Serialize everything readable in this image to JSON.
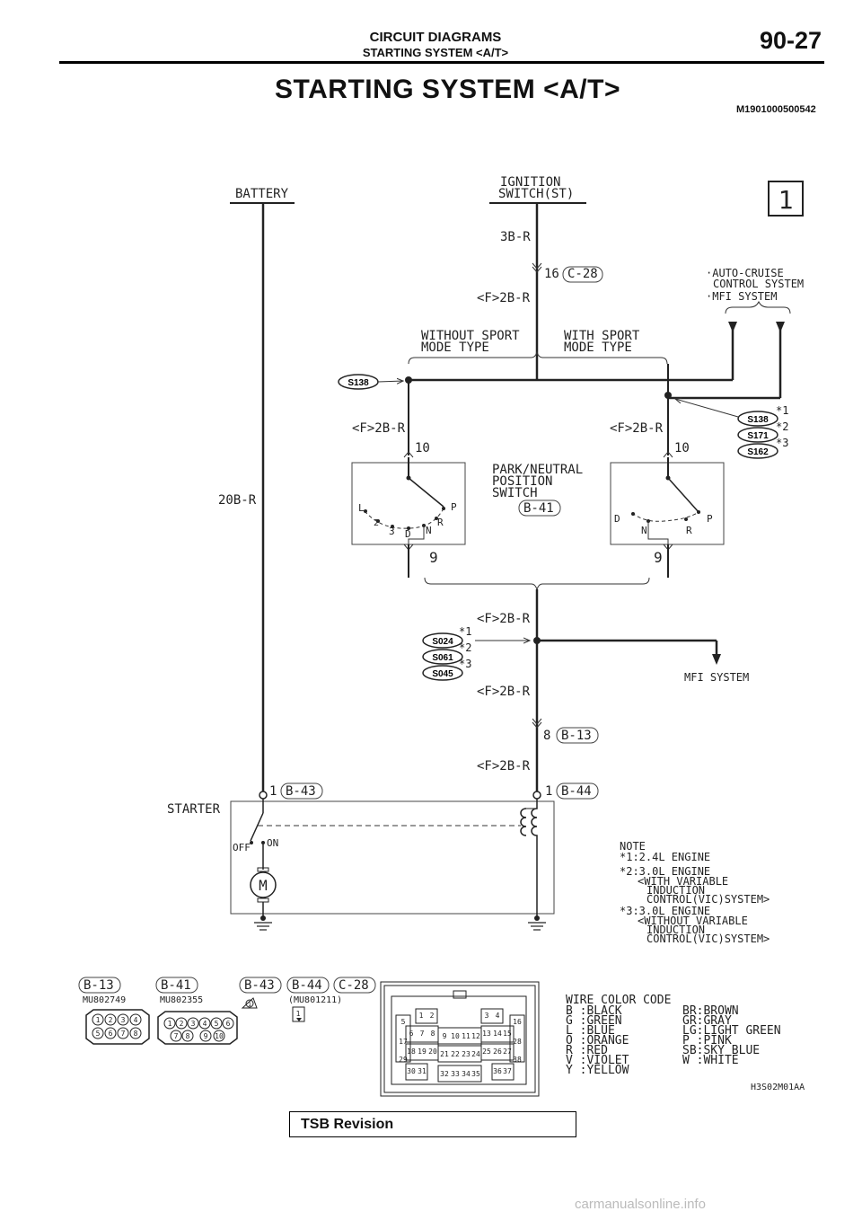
{
  "header": {
    "section_title": "CIRCUIT DIAGRAMS",
    "section_subtitle": "STARTING SYSTEM <A/T>",
    "page_number": "90-27"
  },
  "title": "STARTING SYSTEM <A/T>",
  "doc_id": "M1901000500542",
  "diagram": {
    "sheet_number": "1",
    "battery": "BATTERY",
    "ignition_switch": [
      "IGNITION",
      "SWITCH(ST)"
    ],
    "wire_3b_r": "3B-R",
    "wire_20b_r": "20B-R",
    "wire_f_2b_r": "<F>2B-R",
    "pin_16": "16",
    "pin_10": "10",
    "pin_9": "9",
    "pin_8": "8",
    "pin_1": "1",
    "conn_c28": "C-28",
    "conn_b41": "B-41",
    "conn_b13": "B-13",
    "conn_b43": "B-43",
    "conn_b44": "B-44",
    "auto_cruise": [
      "·AUTO-CRUISE",
      "CONTROL SYSTEM"
    ],
    "mfi_system_bullet": "·MFI SYSTEM",
    "without_sport": [
      "WITHOUT SPORT",
      "MODE TYPE"
    ],
    "with_sport": [
      "WITH SPORT",
      "MODE TYPE"
    ],
    "park_neutral": [
      "PARK/NEUTRAL",
      "POSITION",
      "SWITCH"
    ],
    "splice_s138": "S138",
    "splice_s171": "S171",
    "splice_s162": "S162",
    "splice_s024": "S024",
    "splice_s061": "S061",
    "splice_s045": "S045",
    "note_mark_1": "*1",
    "note_mark_2": "*2",
    "note_mark_3": "*3",
    "mfi_system": "MFI SYSTEM",
    "starter": "STARTER",
    "switch_off": "OFF",
    "switch_on": "ON",
    "motor": "M",
    "positions_left": {
      "l": "L",
      "two": "2",
      "three": "3",
      "d": "D",
      "n": "N",
      "r": "R",
      "p": "P"
    },
    "positions_right": {
      "d": "D",
      "n": "N",
      "r": "R",
      "p": "P"
    }
  },
  "notes": {
    "heading": "NOTE",
    "lines": [
      "*1:2.4L ENGINE",
      "*2:3.0L ENGINE",
      "<WITH VARIABLE",
      "INDUCTION",
      "CONTROL(VIC)SYSTEM>",
      "*3:3.0L ENGINE",
      "<WITHOUT VARIABLE",
      "INDUCTION",
      "CONTROL(VIC)SYSTEM>"
    ]
  },
  "connectors": {
    "part_b13": "MU802749",
    "part_b41": "MU802355",
    "part_b44": "(MU801211)",
    "pin_one": "1",
    "b13_pins": [
      "1",
      "2",
      "3",
      "4",
      "5",
      "6",
      "7",
      "8"
    ],
    "b41_pins": [
      "1",
      "2",
      "3",
      "4",
      "5",
      "6",
      "7",
      "8",
      "9",
      "10"
    ],
    "c28_pins": [
      "1",
      "2",
      "3",
      "4",
      "5",
      "6",
      "7",
      "8",
      "9",
      "10",
      "11",
      "12",
      "13",
      "14",
      "15",
      "16",
      "17",
      "18",
      "19",
      "20",
      "21",
      "22",
      "23",
      "24",
      "25",
      "26",
      "27",
      "28",
      "29",
      "30",
      "31",
      "32",
      "33",
      "34",
      "35",
      "36",
      "37",
      "38"
    ]
  },
  "wire_color_code": {
    "heading": "WIRE COLOR CODE",
    "left": [
      "B :BLACK",
      "G :GREEN",
      "L :BLUE",
      "O :ORANGE",
      "R :RED",
      "V :VIOLET",
      "Y :YELLOW"
    ],
    "right": [
      "BR:BROWN",
      "GR:GRAY",
      "LG:LIGHT GREEN",
      "P :PINK",
      "SB:SKY BLUE",
      "W :WHITE"
    ]
  },
  "figure_code": "H3S02M01AA",
  "footer": {
    "tsb": "TSB Revision",
    "watermark": "carmanualsonline.info"
  }
}
